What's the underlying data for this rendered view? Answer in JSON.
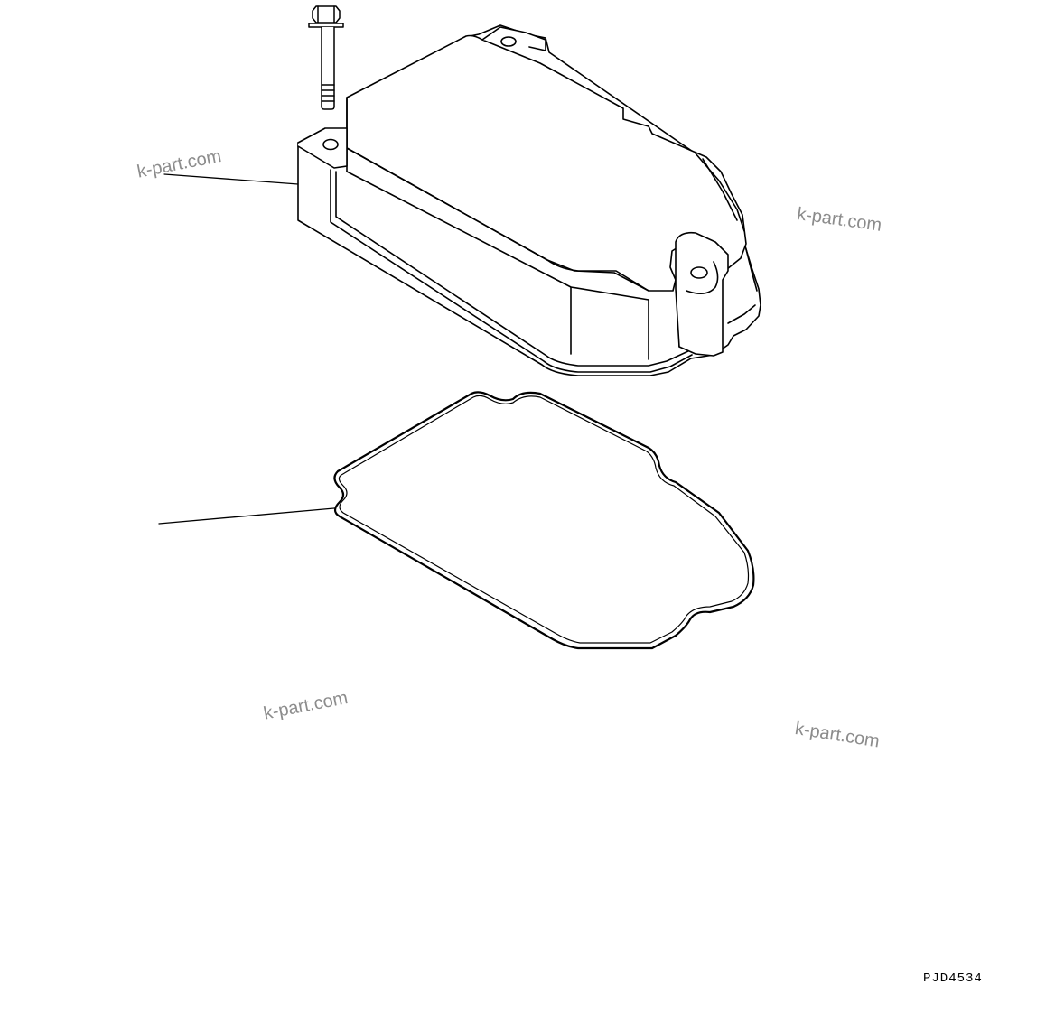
{
  "drawing": {
    "number": "PJD4534",
    "watermark_text": "k-part.com",
    "parts": [
      "bolt",
      "cylinder-head-cover",
      "gasket"
    ]
  }
}
